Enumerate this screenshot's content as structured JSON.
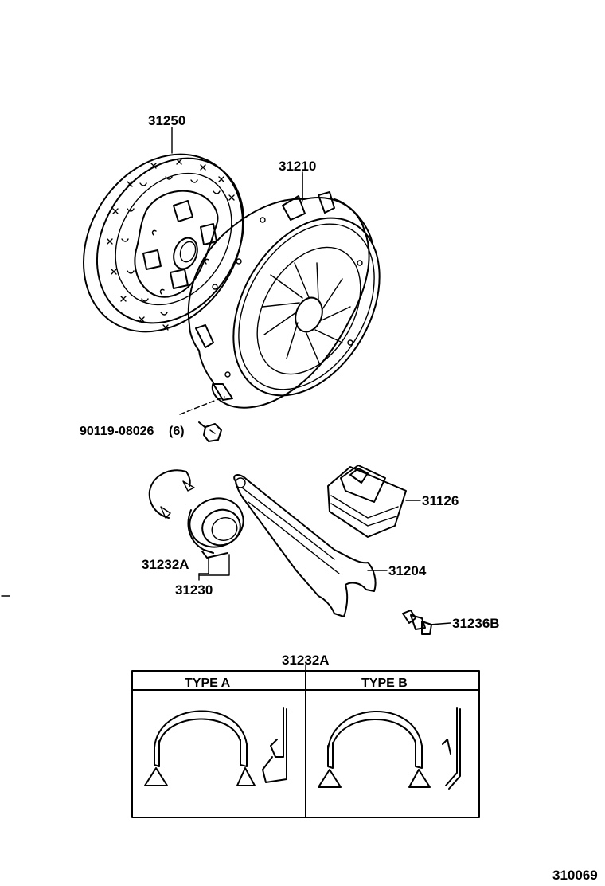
{
  "parts": {
    "clutch_disc": "31250",
    "clutch_cover": "31210",
    "bolt": "90119-08026",
    "bolt_qty": "(6)",
    "boot": "31126",
    "release_fork": "31204",
    "clip_left": "31232A",
    "bearing": "31230",
    "fork_support": "31236B",
    "clip_types": "31232A"
  },
  "table": {
    "type_a": "TYPE A",
    "type_b": "TYPE B"
  },
  "figure_number": "310069"
}
